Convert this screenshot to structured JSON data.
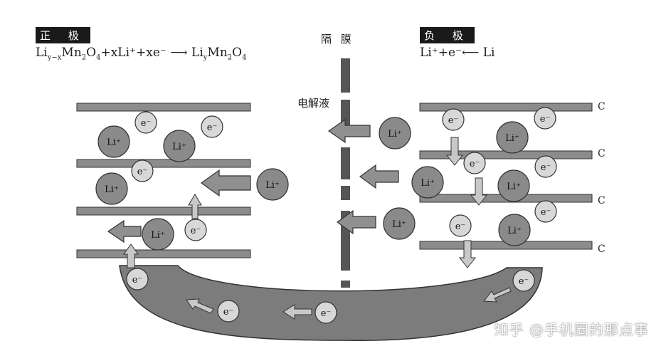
{
  "cathode": {
    "tag": "正 极",
    "eq_a": "Li",
    "eq_a_sub": "y−x",
    "eq_b": "Mn",
    "eq_b_sub": "2",
    "eq_c": "O",
    "eq_c_sub": "4",
    "eq_d": "+xLi⁺+xe⁻ ⟶ Li",
    "eq_d_sub": "y",
    "eq_e": "Mn",
    "eq_e_sub": "2",
    "eq_f": "O",
    "eq_f_sub": "4"
  },
  "anode": {
    "tag": "负 极",
    "equation": "Li⁺+e⁻⟵ Li",
    "layer_label": "C"
  },
  "separator": {
    "label": "隔 膜"
  },
  "electrolyte": {
    "label": "电解液"
  },
  "particles": {
    "li_ion": "Li⁺",
    "electron": "e⁻"
  },
  "watermark": "知乎 @手机圈的那点事",
  "colors": {
    "plate": "#8c8c8c",
    "ion": "#8a8a8a",
    "electron": "#d8d8d8",
    "arrow": "#909090",
    "circuit": "#7c7c7c",
    "separator": "#555555"
  }
}
